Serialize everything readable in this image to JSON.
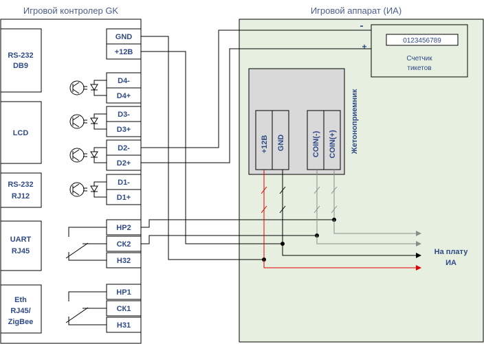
{
  "controller": {
    "title": "Игровой контролер GK",
    "blocks": [
      {
        "line1": "RS-232",
        "line2": "DB9"
      },
      {
        "line1": "LCD",
        "line2": ""
      },
      {
        "line1": "RS-232",
        "line2": "RJ12"
      },
      {
        "line1": "UART",
        "line2": "RJ45"
      },
      {
        "line1": "Eth",
        "line2": "RJ45/",
        "line3": "ZigBee"
      }
    ],
    "power_terminals": [
      "GND",
      "+12В"
    ],
    "optocoupler_terminals": [
      "D4-",
      "D4+",
      "D3-",
      "D3+",
      "D2-",
      "D2+",
      "D1-",
      "D1+"
    ],
    "relay1_terminals": [
      "НР2",
      "СК2",
      "Н32"
    ],
    "relay2_terminals": [
      "НР1",
      "СК1",
      "Н31"
    ]
  },
  "machine": {
    "title": "Игровой аппарат (ИА)",
    "counter_display": "0123456789",
    "counter_label_1": "Счетчик",
    "counter_label_2": "тикетов",
    "minus": "-",
    "plus": "+",
    "coin_acceptor_label": "Жетоноприемник",
    "coin_terminals": [
      "+12В",
      "GND",
      "COIN(-)",
      "COIN(+)"
    ],
    "board_label_1": "На плату",
    "board_label_2": "ИА"
  },
  "colors": {
    "panel_fill": "#e6efe0",
    "coin_box_fill": "#d9d9d9",
    "text": "#2f4a86",
    "red_wire": "#e00000",
    "grey_wire": "#8c8c8c"
  }
}
